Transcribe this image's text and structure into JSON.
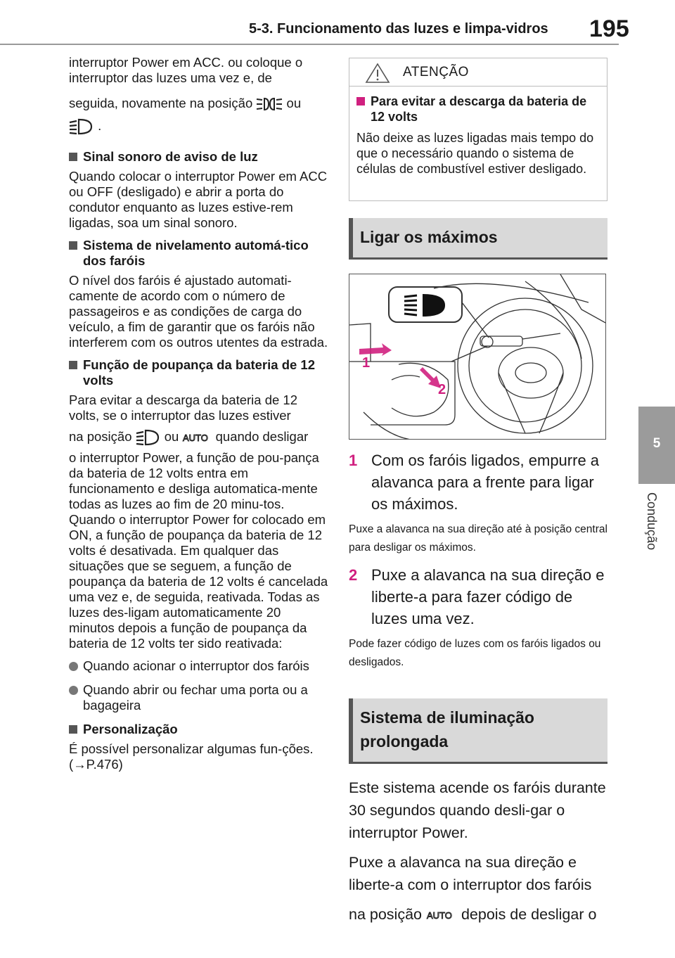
{
  "header": {
    "title": "5-3. Funcionamento das luzes e limpa-vidros",
    "page_number": "195"
  },
  "side_tab": {
    "number": "5",
    "label": "Condução"
  },
  "left": {
    "intro_line1": "interruptor Power em ACC. ou coloque o interruptor das luzes uma vez e, de",
    "intro_line2_before": "seguida, novamente na posição",
    "intro_line2_after": "ou",
    "intro_line3_after": ".",
    "s1_title": "Sinal sonoro de aviso de luz",
    "s1_text": "Quando colocar o interruptor Power em ACC ou OFF (desligado) e abrir a porta do condutor enquanto as luzes estive-rem ligadas, soa um sinal sonoro.",
    "s2_title": "Sistema de nivelamento automá-tico dos faróis",
    "s2_text": "O nível dos faróis é ajustado automati-camente de acordo com o número de passageiros e as condições de carga do veículo, a fim de garantir que os faróis não interferem com os outros utentes da estrada.",
    "s3_title": "Função de poupança da bateria de 12 volts",
    "s3_text1": "Para evitar a descarga da bateria de 12 volts, se o interruptor das luzes estiver",
    "s3_text2_before": "na posição",
    "s3_text2_mid": "ou",
    "s3_text2_after": "quando desligar",
    "s3_text3": "o interruptor Power, a função de pou-pança da bateria de 12 volts entra em funcionamento e desliga automatica-mente todas as luzes ao fim de 20 minu-tos. Quando o interruptor Power for colocado em ON, a função de poupança da bateria de 12 volts é desativada. Em qualquer das situações que se seguem, a função de poupança da bateria de 12 volts é cancelada uma vez e, de seguida, reativada. Todas as luzes des-ligam automaticamente 20 minutos depois a função de poupança da bateria de 12 volts ter sido reativada:",
    "bullet1": "Quando acionar o interruptor dos faróis",
    "bullet2": "Quando abrir ou fechar uma porta ou a bagageira",
    "s4_title": "Personalização",
    "s4_text": "É possível personalizar algumas fun-ções. (→P.476)",
    "auto_label": "AUTO"
  },
  "caution": {
    "title": "ATENÇÃO",
    "sub_title": "Para evitar a descarga da bateria de 12 volts",
    "text": "Não deixe as luzes ligadas mais tempo do que o necessário quando o sistema de células de combustível estiver desligado."
  },
  "section1": {
    "title": "Ligar os máximos"
  },
  "figure": {
    "label1": "1",
    "label2": "2"
  },
  "steps": [
    {
      "num": "1",
      "text": "Com os faróis ligados, empurre a alavanca para a frente para ligar os máximos."
    },
    {
      "num": "2",
      "text": "Puxe a alavanca na sua direção e liberte-a para fazer código de luzes uma vez."
    }
  ],
  "step1_note": "Puxe a alavanca na sua direção até à posição central para desligar os máximos.",
  "step2_note": "Pode fazer código de luzes com os faróis ligados ou desligados.",
  "section2": {
    "title": "Sistema de iluminação prolongada"
  },
  "right_para1": "Este sistema acende os faróis durante 30 segundos quando desli-gar o interruptor Power.",
  "right_para2": "Puxe a alavanca na sua direção e liberte-a com o interruptor dos faróis",
  "right_para3_before": "na posição",
  "right_para3_after": "depois de desligar o",
  "colors": {
    "accent": "#d0207f",
    "bar": "#d9d9d9",
    "tab": "#9b9b9b"
  },
  "icons": [
    "headlight-icon",
    "parking-light-icon",
    "auto-icon",
    "warning-triangle-icon",
    "lever-illustration"
  ]
}
